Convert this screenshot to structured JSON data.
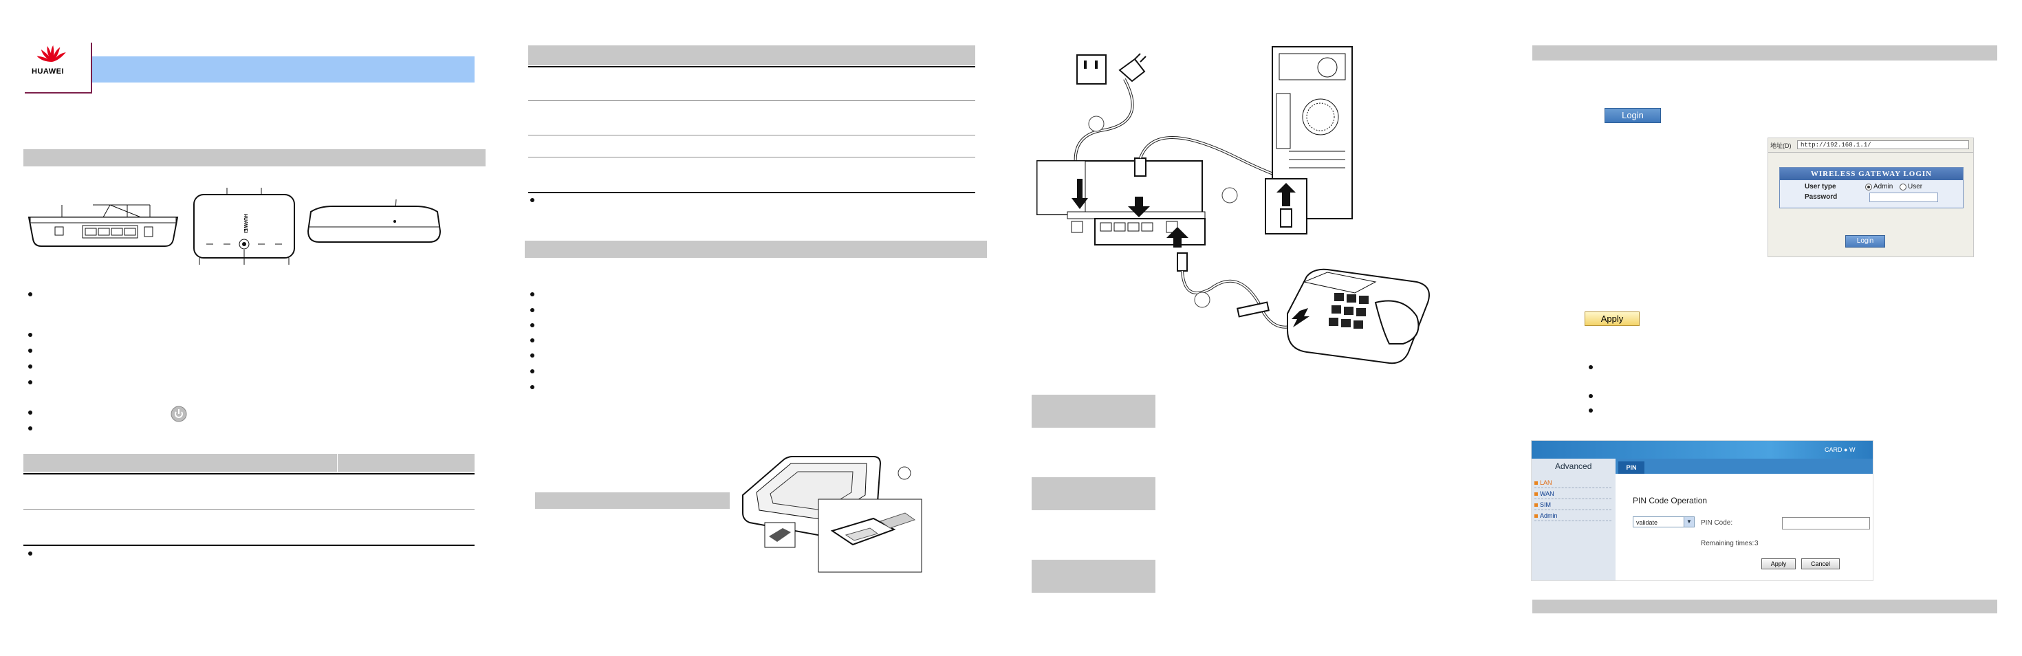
{
  "brand": {
    "name": "HUAWEI",
    "color": "#e2001a"
  },
  "colors": {
    "header_band": "#9fc8f8",
    "gray_bar": "#c8c8c8",
    "logo_frame": "#7b1e4a"
  },
  "power_icon": "power-icon",
  "phone_callouts": [],
  "login_button": "Login",
  "apply_button": "Apply",
  "login_dialog": {
    "address_label": "地址(D)",
    "address": "http://192.168.1.1/",
    "title": "WIRELESS GATEWAY LOGIN",
    "user_type_label": "User type",
    "option_admin": "Admin",
    "option_user": "User",
    "password_label": "Password",
    "button": "Login"
  },
  "pin_screen": {
    "top_right": "CARD ● W",
    "sidebar_title": "Advanced",
    "sidebar_items": [
      "LAN",
      "WAN",
      "SIM",
      "Admin"
    ],
    "tab": "PIN",
    "heading": "PIN Code Operation",
    "select_value": "validate",
    "pin_code_label": "PIN Code:",
    "remaining_label": "Remaining times:",
    "remaining_value": "3",
    "apply": "Apply",
    "cancel": "Cancel"
  }
}
